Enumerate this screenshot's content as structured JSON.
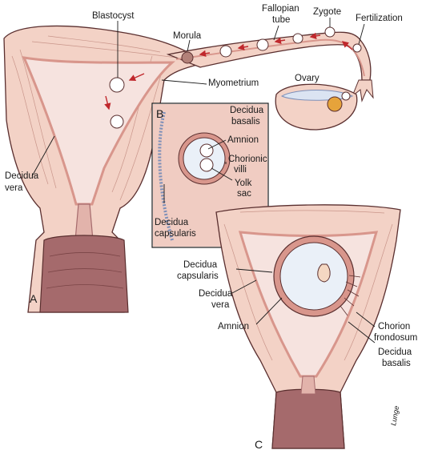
{
  "panels": {
    "a": "A",
    "b": "B",
    "c": "C"
  },
  "labels": {
    "blastocyst": "Blastocyst",
    "morula": "Morula",
    "fallopian": [
      "Fallopian",
      "tube"
    ],
    "zygote": "Zygote",
    "fertilization": "Fertilization",
    "myometrium": "Myometrium",
    "ovary": "Ovary",
    "decidua_basalis_b": [
      "Decidua",
      "basalis"
    ],
    "amnion_b": "Amnion",
    "chorionic_villi": [
      "Chorionic",
      "villi"
    ],
    "yolk_sac": [
      "Yolk",
      "sac"
    ],
    "decidua_capsularis_b": [
      "Decidua",
      "capsularis"
    ],
    "decidua_vera_a": [
      "Decidua",
      "vera"
    ],
    "decidua_capsularis_c": [
      "Decidua",
      "capsularis"
    ],
    "decidua_vera_c": [
      "Decidua",
      "vera"
    ],
    "amnion_c": "Amnion",
    "chorion_frondosum": [
      "Chorion",
      "frondosum"
    ],
    "decidua_basalis_c": [
      "Decidua",
      "basalis"
    ],
    "signature": "Lunge"
  },
  "colors": {
    "muscle": "#f3d2c6",
    "muscle_line": "#c9958a",
    "lining": "#d8968c",
    "cavity": "#f6e3df",
    "cervix": "#a56a6c",
    "arrow": "#c0282d",
    "sac_fluid": "#eaf0f8",
    "capsule_blue": "#7d8fb8"
  }
}
